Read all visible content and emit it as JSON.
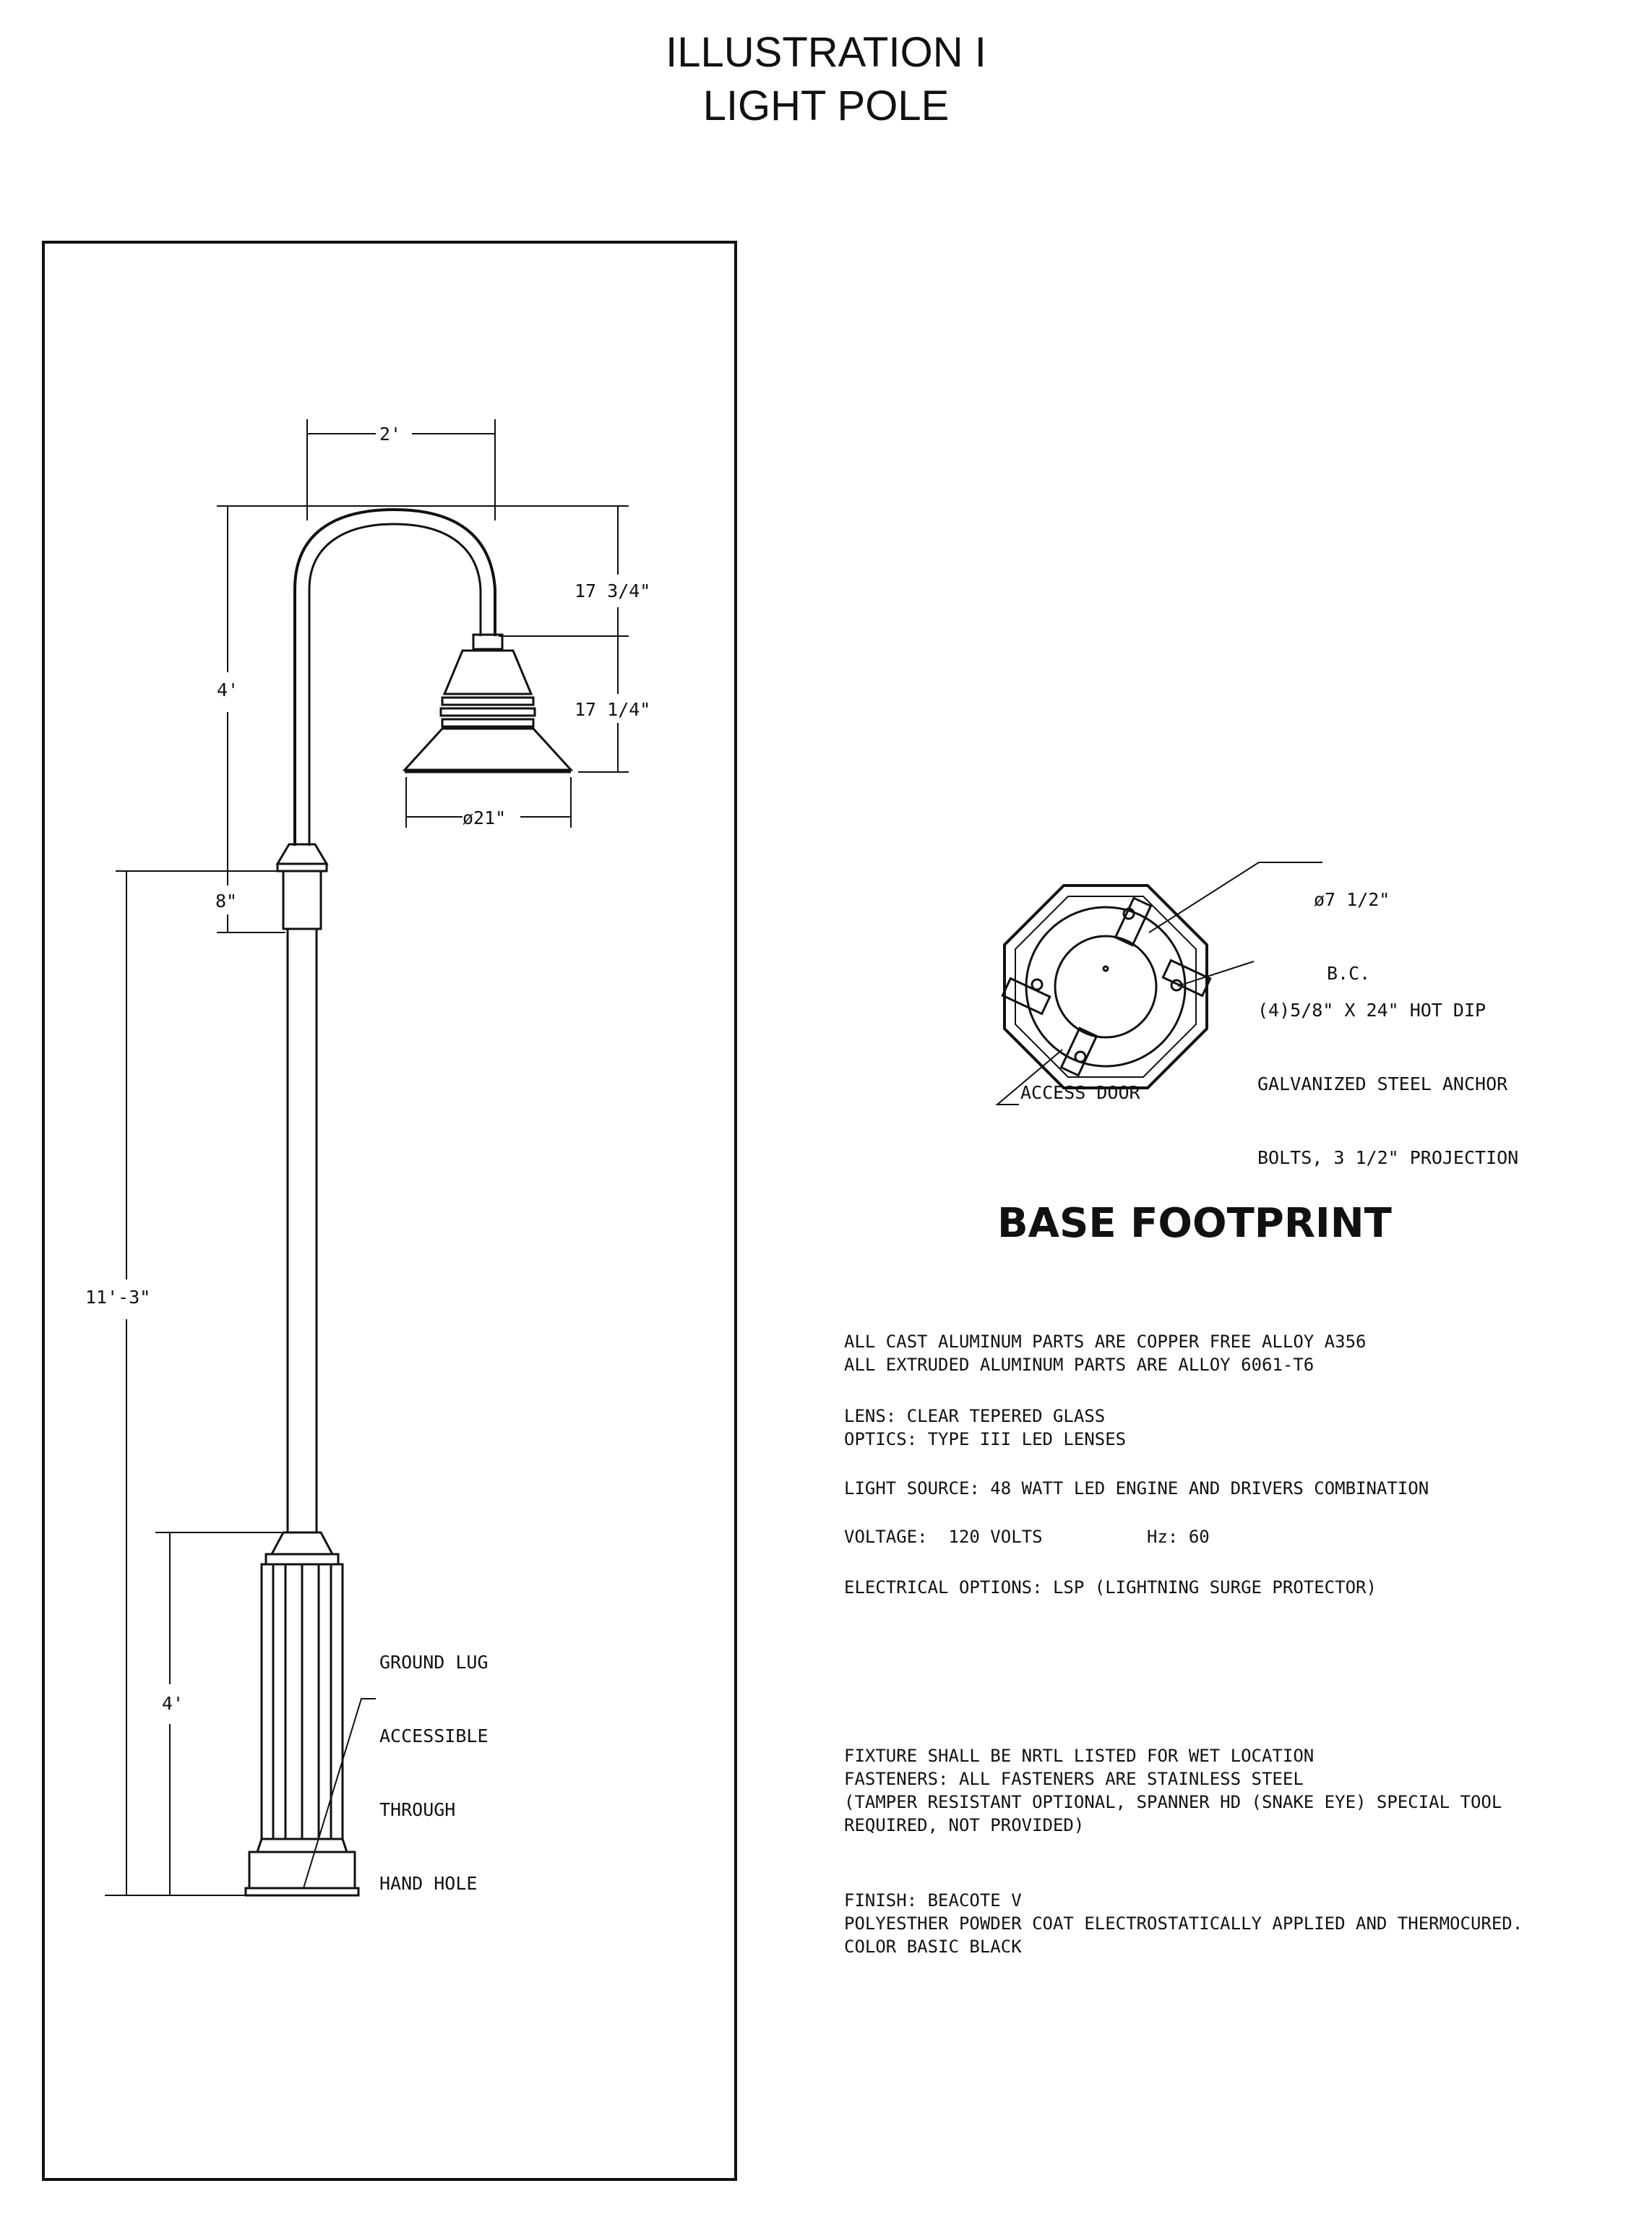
{
  "title": {
    "line1": "ILLUSTRATION I",
    "line2": "LIGHT POLE"
  },
  "dimensions": {
    "arm_width": "2'",
    "arc_height": "17 3/4\"",
    "shade_height": "17 1/4\"",
    "shade_diameter": "ø21\"",
    "arm_height": "4'",
    "collar_height": "8\"",
    "pole_height": "11'-3\"",
    "base_height": "4'"
  },
  "ground_lug_note": [
    "GROUND LUG",
    "ACCESSIBLE",
    "THROUGH",
    "HAND HOLE"
  ],
  "footprint": {
    "bolt_circle": [
      "ø7 1/2\"",
      "B.C."
    ],
    "anchor_bolts": [
      "(4)5/8\" X 24\" HOT DIP",
      "GALVANIZED STEEL ANCHOR",
      "BOLTS, 3 1/2\" PROJECTION"
    ],
    "access_door": "ACCESS DOOR",
    "title": "BASE FOOTPRINT"
  },
  "specs": {
    "materials": "ALL CAST ALUMINUM PARTS ARE COPPER FREE ALLOY A356\nALL EXTRUDED ALUMINUM PARTS ARE ALLOY 6061-T6",
    "lens": "LENS: CLEAR TEPERED GLASS\nOPTICS: TYPE III LED LENSES",
    "light_source": "LIGHT SOURCE: 48 WATT LED ENGINE AND DRIVERS COMBINATION",
    "voltage": "VOLTAGE:  120 VOLTS          Hz: 60",
    "electrical": "ELECTRICAL OPTIONS: LSP (LIGHTNING SURGE PROTECTOR)",
    "fixture": "FIXTURE SHALL BE NRTL LISTED FOR WET LOCATION\nFASTENERS: ALL FASTENERS ARE STAINLESS STEEL\n(TAMPER RESISTANT OPTIONAL, SPANNER HD (SNAKE EYE) SPECIAL TOOL\nREQUIRED, NOT PROVIDED)",
    "finish": "FINISH: BEACOTE V\nPOLYESTHER POWDER COAT ELECTROSTATICALLY APPLIED AND THERMOCURED.\nCOLOR BASIC BLACK"
  }
}
